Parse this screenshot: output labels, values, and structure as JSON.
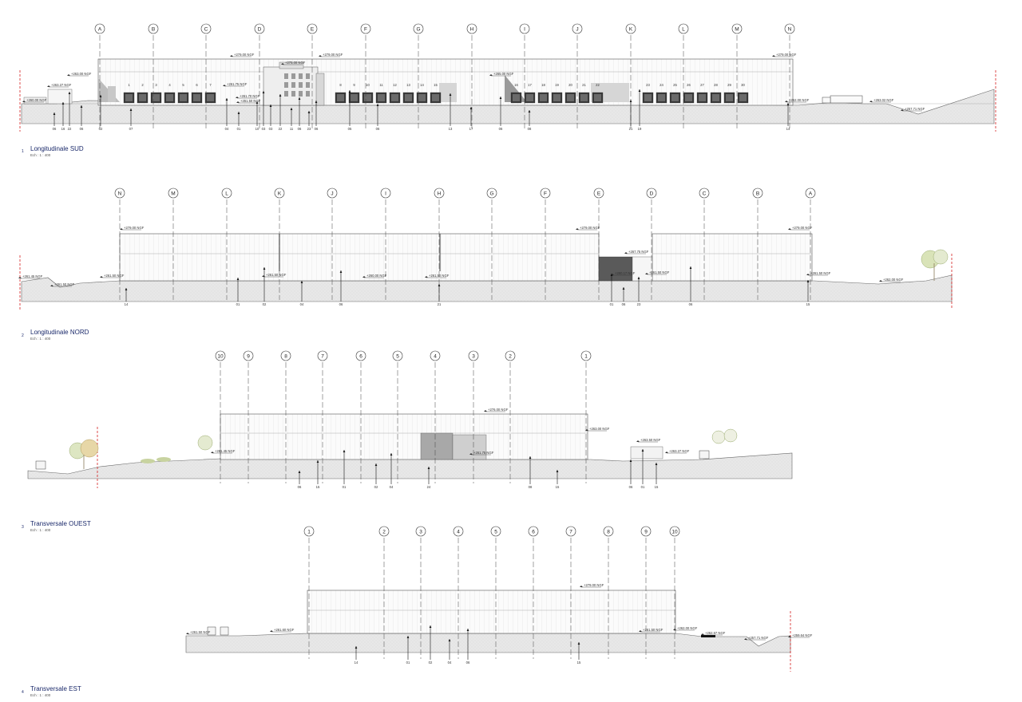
{
  "sheet": {
    "views": [
      {
        "id": "sud",
        "number": "1",
        "title": "Longitudinale SUD",
        "scale": "Ech : 1 : 400",
        "grid": [
          "A",
          "B",
          "C",
          "D",
          "E",
          "F",
          "G",
          "H",
          "I",
          "J",
          "K",
          "L",
          "M",
          "N"
        ],
        "refs": [
          "06",
          "16",
          "22",
          "06",
          "02",
          "07",
          "04",
          "01",
          "10",
          "03",
          "03",
          "22",
          "11",
          "06",
          "23",
          "06",
          "05",
          "06",
          "13",
          "17",
          "06",
          "08",
          "21",
          "19",
          "14"
        ],
        "bays": [
          "1",
          "2",
          "3",
          "4",
          "5",
          "6",
          "7",
          "8",
          "9",
          "10",
          "11",
          "12",
          "13",
          "14",
          "15",
          "16",
          "17",
          "18",
          "19",
          "20",
          "21",
          "22",
          "23",
          "24",
          "25",
          "26",
          "27",
          "28",
          "29",
          "30"
        ],
        "levels": [
          "+279.00 NGF",
          "+279.00 NGF",
          "+279.00 NGF",
          "+275.00 NGF",
          "+263.00 NGF",
          "+261.75 NGF",
          "+265.00 NGF",
          "+263.27 NGF",
          "+261.70 NGF",
          "+260.00 NGF",
          "+261.50 NGF",
          "+262.00 NGF",
          "+257.71 NGF",
          "+263.02 NGF"
        ]
      },
      {
        "id": "nord",
        "number": "2",
        "title": "Longitudinale NORD",
        "scale": "Ech : 1 : 400",
        "grid": [
          "N",
          "M",
          "L",
          "K",
          "J",
          "I",
          "H",
          "G",
          "F",
          "E",
          "D",
          "C",
          "B",
          "A"
        ],
        "refs": [
          "14",
          "01",
          "02",
          "04",
          "06",
          "21",
          "01",
          "06",
          "23",
          "06",
          "15"
        ],
        "levels": [
          "+279.00 NGF",
          "+279.00 NGF",
          "+279.00 NGF",
          "+267.75 NGF",
          "+261.45 NGF",
          "+261.50 NGF",
          "+261.50 NGF",
          "+261.50 NGF",
          "+260.00 NGF",
          "+261.50 NGF",
          "+260.17 NGF",
          "+261.50 NGF",
          "+261.50 NGF",
          "+262.00 NGF"
        ]
      },
      {
        "id": "ouest",
        "number": "3",
        "title": "Transversale OUEST",
        "scale": "Ech : 1 : 400",
        "grid": [
          "10",
          "9",
          "8",
          "7",
          "6",
          "5",
          "4",
          "3",
          "2",
          "1"
        ],
        "refs": [
          "06",
          "15",
          "01",
          "02",
          "04",
          "24",
          "08",
          "15",
          "06",
          "01",
          "15"
        ],
        "levels": [
          "+276.00 NGF",
          "+263.00 NGF",
          "+261.45 NGF",
          "+263.50 NGF",
          "+263.27 NGF",
          "+261.75 NGF"
        ]
      },
      {
        "id": "est",
        "number": "4",
        "title": "Transversale EST",
        "scale": "Ech : 1 : 400",
        "grid": [
          "1",
          "2",
          "3",
          "4",
          "5",
          "6",
          "7",
          "8",
          "9",
          "10"
        ],
        "refs": [
          "14",
          "01",
          "02",
          "04",
          "06",
          "15"
        ],
        "levels": [
          "+279.00 NGF",
          "+262.00 NGF",
          "+261.50 NGF",
          "+261.60 NGF",
          "+261.50 NGF",
          "+262.67 NGF",
          "+257.71 NGF",
          "+259.64 NGF"
        ]
      }
    ]
  }
}
